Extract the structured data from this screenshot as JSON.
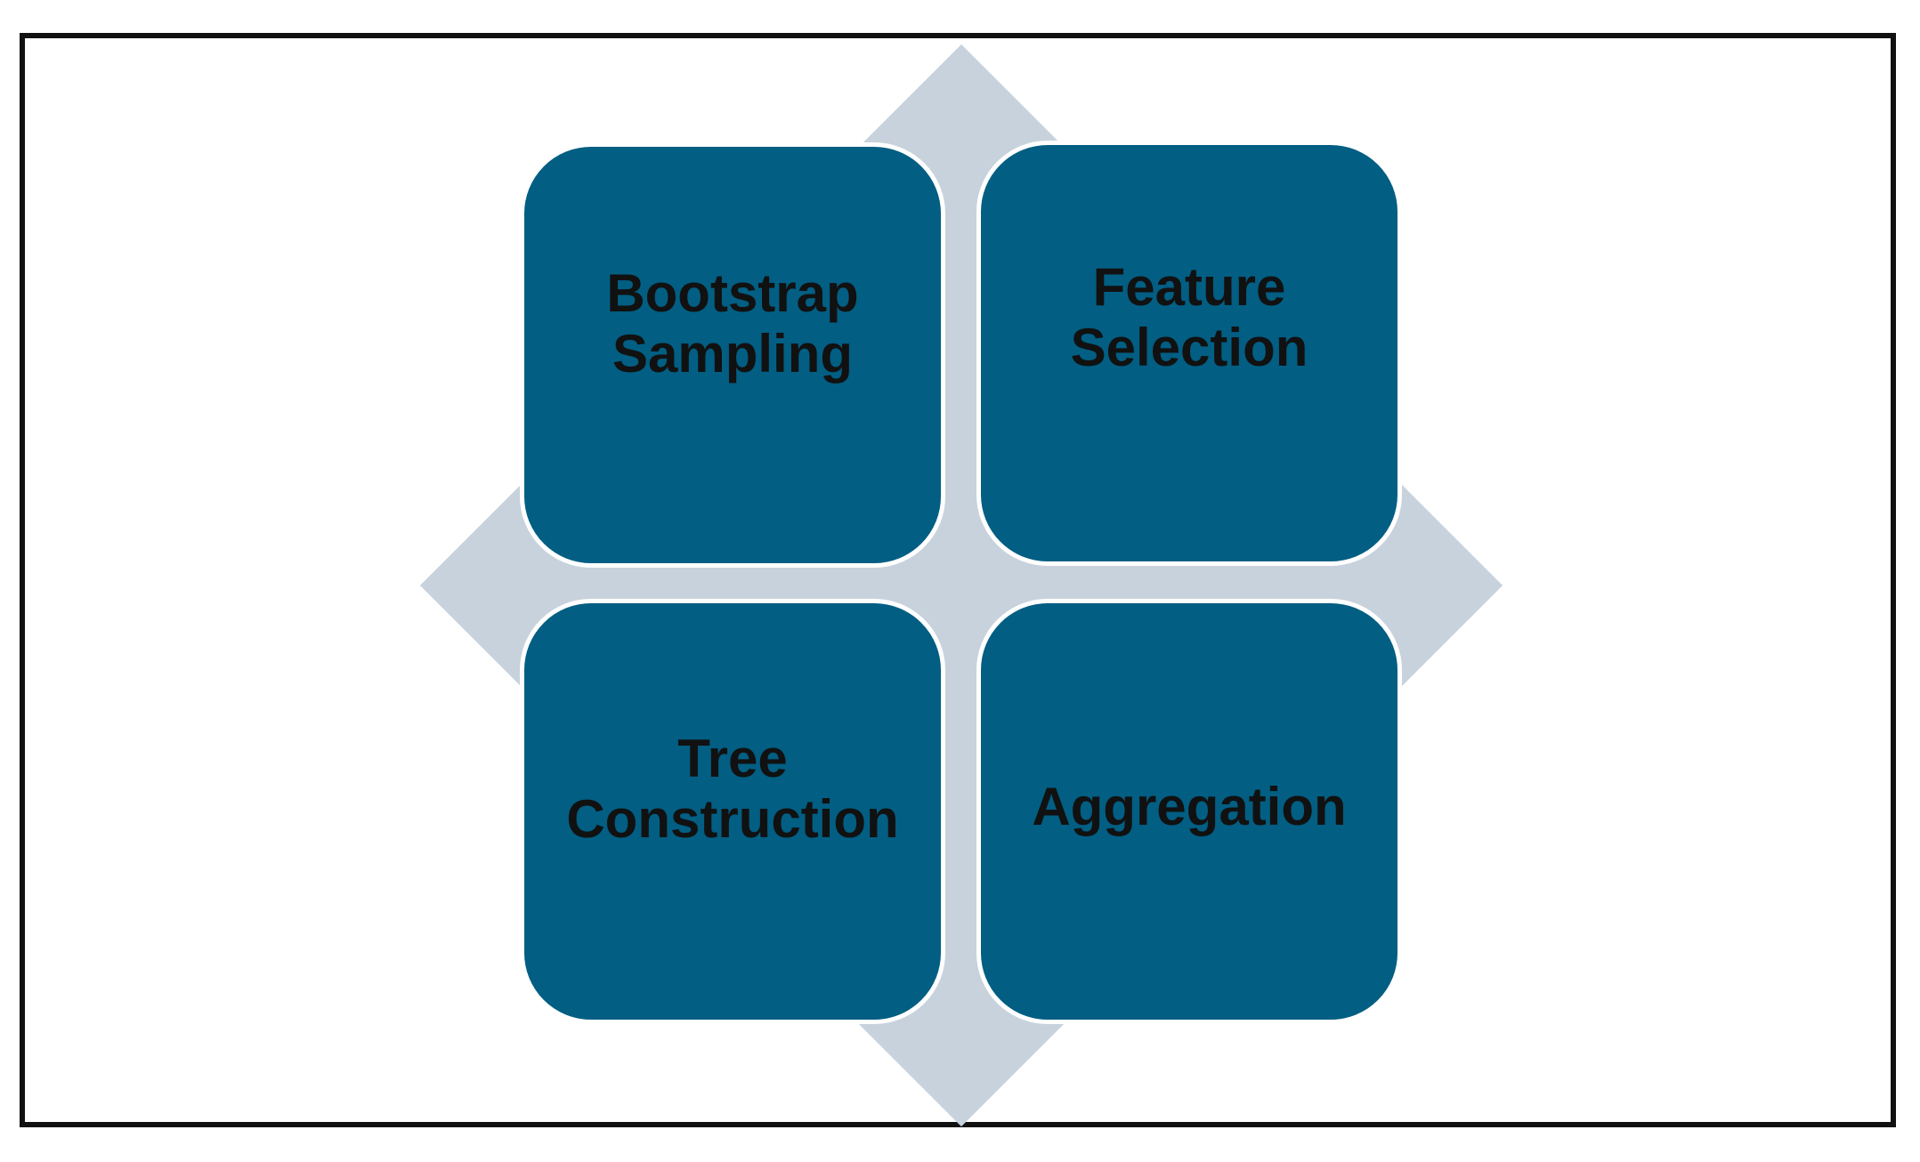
{
  "diagram": {
    "background_shape_color": "#c8d2dc",
    "tile_color": "#025e83",
    "text_color": "#111111",
    "tiles": [
      {
        "label": "Bootstrap\nSampling"
      },
      {
        "label": "Feature\nSelection"
      },
      {
        "label": "Tree\nConstruction"
      },
      {
        "label": "Aggregation"
      }
    ]
  }
}
